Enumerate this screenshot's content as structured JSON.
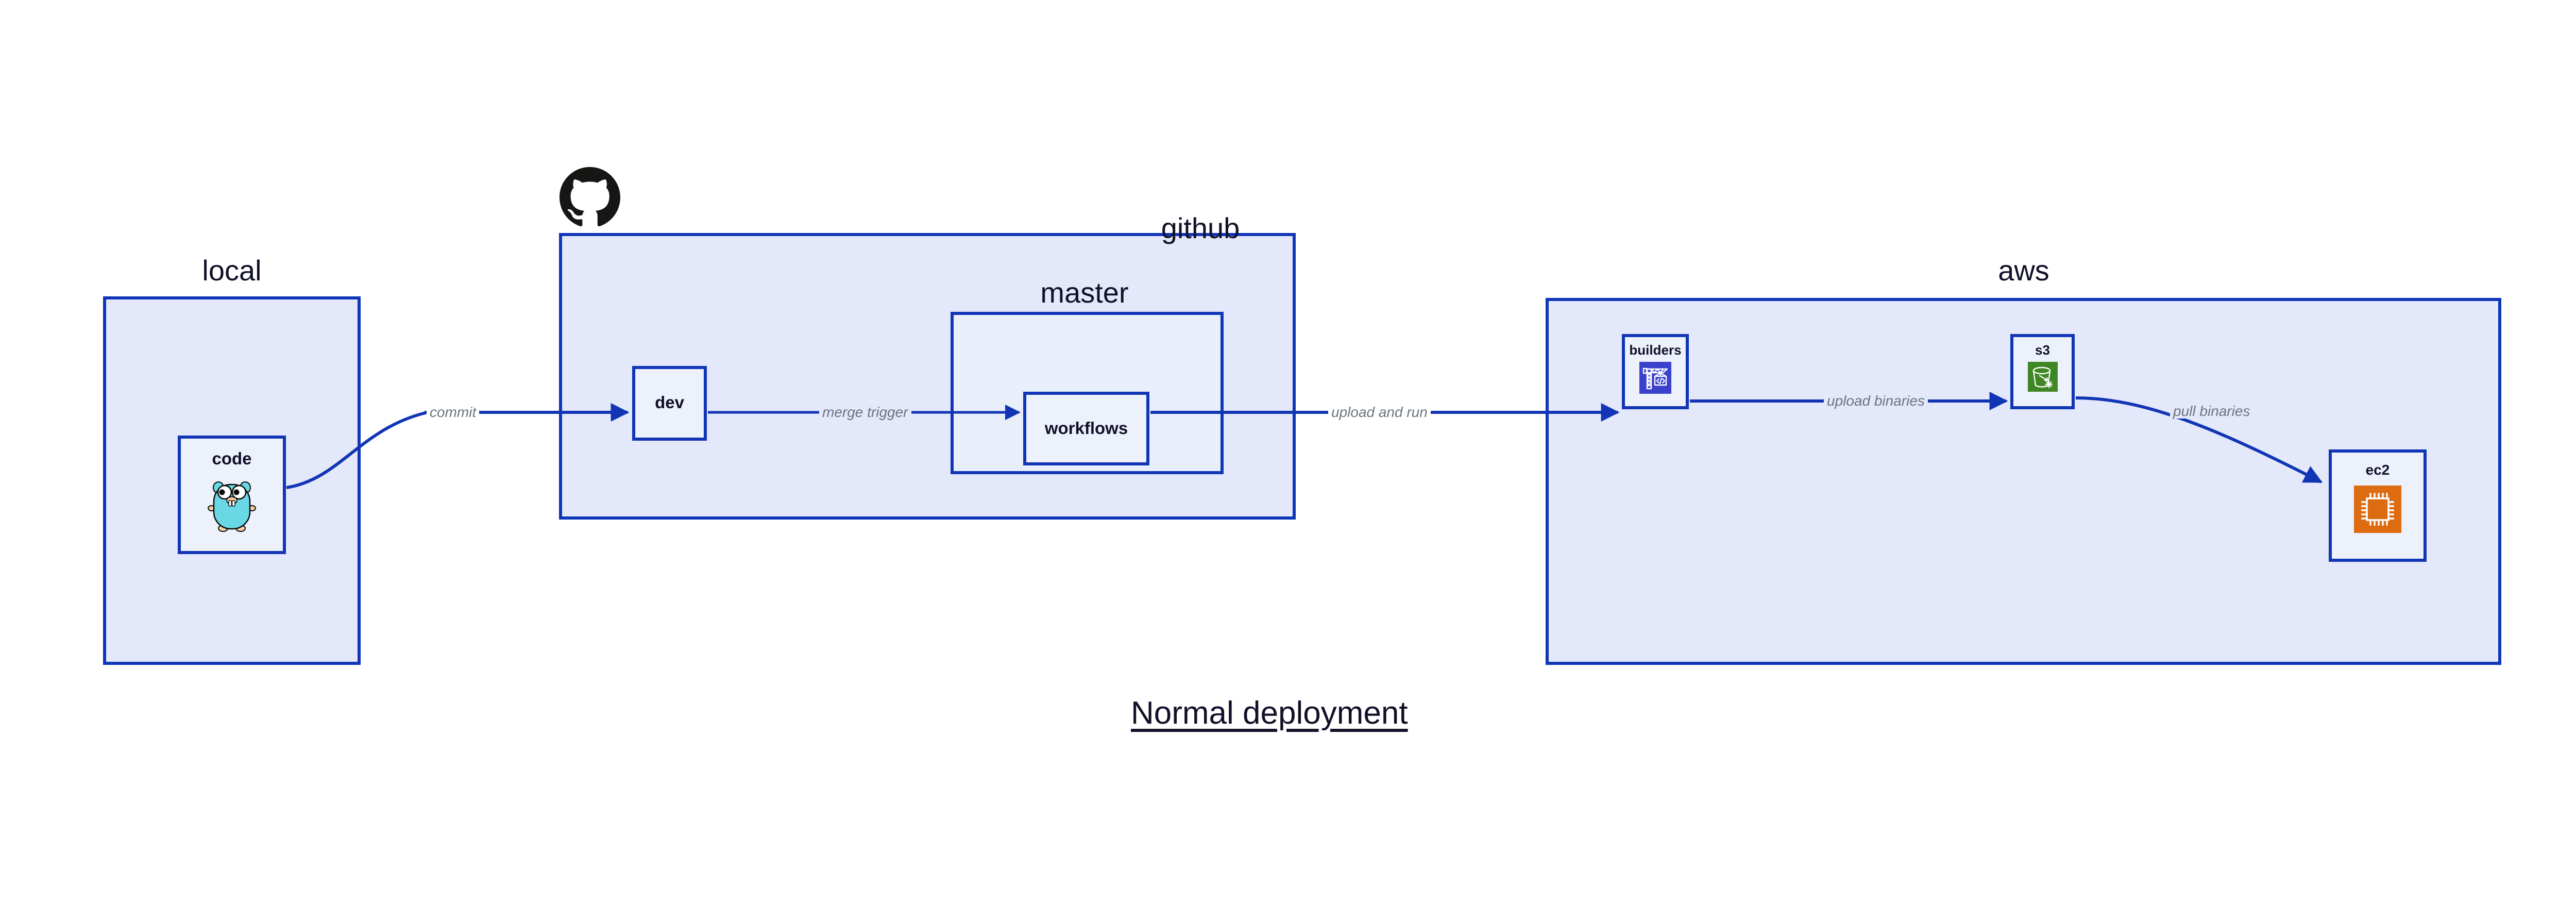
{
  "diagram": {
    "caption": "Normal deployment",
    "colors": {
      "group_fill": "#E3E8FA",
      "group_border": "#0F36B8",
      "node_fill": "#EDF1FC",
      "node_border": "#1135B5",
      "edge": "#1135B5",
      "edge_label_text": "#6E7480",
      "title_text": "#101028",
      "builders_icon_bg": "#3A41CC",
      "s3_icon_bg": "#3F8624",
      "ec2_icon_bg": "#DD6B10",
      "gopher_body": "#6AD7E5",
      "github_logo": "#161614"
    }
  },
  "groups": {
    "local": {
      "title": "local"
    },
    "github": {
      "title": "github"
    },
    "master": {
      "title": "master"
    },
    "aws": {
      "title": "aws"
    }
  },
  "nodes": {
    "code": {
      "label": "code",
      "icon": "go-gopher-icon"
    },
    "dev": {
      "label": "dev",
      "icon": "none"
    },
    "workflows": {
      "label": "workflows",
      "icon": "none"
    },
    "builders": {
      "label": "builders",
      "icon": "crane-code-icon"
    },
    "s3": {
      "label": "s3",
      "icon": "s3-bucket-icon"
    },
    "ec2": {
      "label": "ec2",
      "icon": "cpu-chip-icon"
    }
  },
  "edges": [
    {
      "id": "commit",
      "label": "commit",
      "from": "code",
      "to": "dev"
    },
    {
      "id": "merge-trigger",
      "label": "merge trigger",
      "from": "dev",
      "to": "workflows"
    },
    {
      "id": "upload-and-run",
      "label": "upload and run",
      "from": "workflows",
      "to": "builders"
    },
    {
      "id": "upload-binaries",
      "label": "upload binaries",
      "from": "builders",
      "to": "s3"
    },
    {
      "id": "pull-binaries",
      "label": "pull binaries",
      "from": "s3",
      "to": "ec2"
    }
  ],
  "logos": {
    "github": "github-octocat-logo"
  }
}
